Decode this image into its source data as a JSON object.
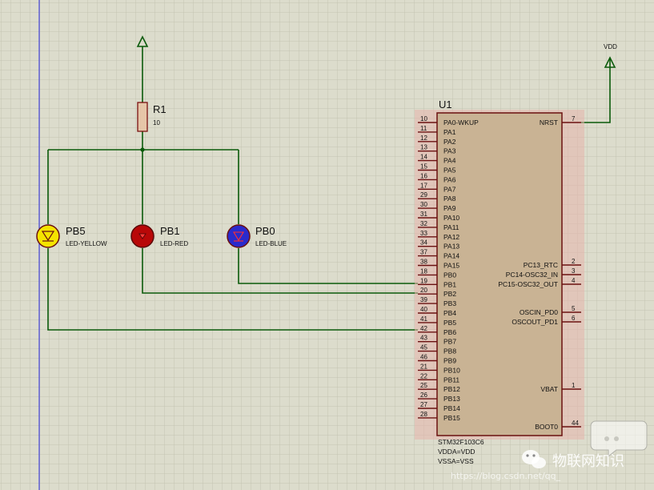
{
  "schematic": {
    "resistor": {
      "ref": "R1",
      "value": "10"
    },
    "leds": [
      {
        "ref": "PB5",
        "type": "LED-YELLOW",
        "color": "#f5e400"
      },
      {
        "ref": "PB1",
        "type": "LED-RED",
        "color": "#cc1010"
      },
      {
        "ref": "PB0",
        "type": "LED-BLUE",
        "color": "#2a2acc"
      }
    ],
    "power_label": "VDD",
    "chip": {
      "ref": "U1",
      "part": "STM32F103C6",
      "notes": [
        "VDDA=VDD",
        "VSSA=VSS"
      ],
      "left_pins": [
        {
          "num": "10",
          "name": "PA0-WKUP"
        },
        {
          "num": "11",
          "name": "PA1"
        },
        {
          "num": "12",
          "name": "PA2"
        },
        {
          "num": "13",
          "name": "PA3"
        },
        {
          "num": "14",
          "name": "PA4"
        },
        {
          "num": "15",
          "name": "PA5"
        },
        {
          "num": "16",
          "name": "PA6"
        },
        {
          "num": "17",
          "name": "PA7"
        },
        {
          "num": "29",
          "name": "PA8"
        },
        {
          "num": "30",
          "name": "PA9"
        },
        {
          "num": "31",
          "name": "PA10"
        },
        {
          "num": "32",
          "name": "PA11"
        },
        {
          "num": "33",
          "name": "PA12"
        },
        {
          "num": "34",
          "name": "PA13"
        },
        {
          "num": "37",
          "name": "PA14"
        },
        {
          "num": "38",
          "name": "PA15"
        },
        {
          "num": "18",
          "name": "PB0"
        },
        {
          "num": "19",
          "name": "PB1"
        },
        {
          "num": "20",
          "name": "PB2"
        },
        {
          "num": "39",
          "name": "PB3"
        },
        {
          "num": "40",
          "name": "PB4"
        },
        {
          "num": "41",
          "name": "PB5"
        },
        {
          "num": "42",
          "name": "PB6"
        },
        {
          "num": "43",
          "name": "PB7"
        },
        {
          "num": "45",
          "name": "PB8"
        },
        {
          "num": "46",
          "name": "PB9"
        },
        {
          "num": "21",
          "name": "PB10"
        },
        {
          "num": "22",
          "name": "PB11"
        },
        {
          "num": "25",
          "name": "PB12"
        },
        {
          "num": "26",
          "name": "PB13"
        },
        {
          "num": "27",
          "name": "PB14"
        },
        {
          "num": "28",
          "name": "PB15"
        }
      ],
      "right_pins": [
        {
          "num": "7",
          "name": "NRST"
        },
        {
          "num": "2",
          "name": "PC13_RTC"
        },
        {
          "num": "3",
          "name": "PC14-OSC32_IN"
        },
        {
          "num": "4",
          "name": "PC15-OSC32_OUT"
        },
        {
          "num": "5",
          "name": "OSCIN_PD0"
        },
        {
          "num": "6",
          "name": "OSCOUT_PD1"
        },
        {
          "num": "1",
          "name": "VBAT"
        },
        {
          "num": "44",
          "name": "BOOT0"
        }
      ]
    }
  },
  "watermark": {
    "brand": "物联网知识",
    "url": "https://blog.csdn.net/qq_"
  }
}
